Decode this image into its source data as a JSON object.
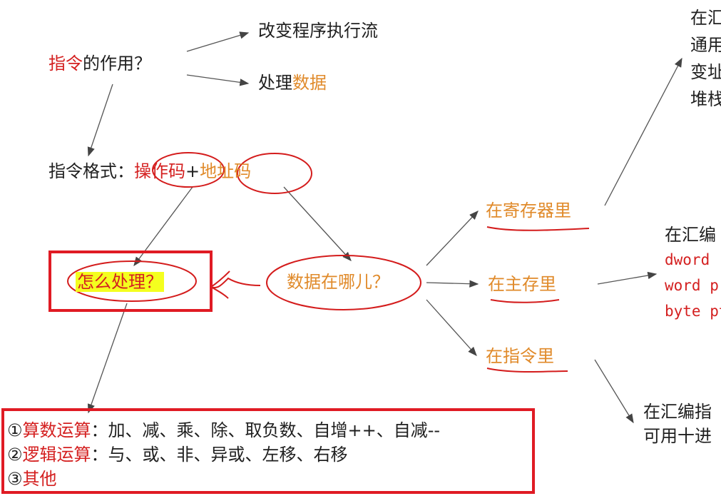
{
  "nodes": {
    "role_q": {
      "part1": "指令",
      "part2": "的作用？"
    },
    "change_flow": "改变程序执行流",
    "process_data": {
      "part1": "处理",
      "part2": "数据"
    },
    "format": {
      "prefix": "指令格式：",
      "opcode": "操作码",
      "plus": "+",
      "address": "地址码"
    },
    "how_process": "怎么处理？",
    "where_data": "数据在哪儿？",
    "in_register": "在寄存器里",
    "in_main_mem": "在主存里",
    "in_instruction": "在指令里",
    "right_top": [
      "在汇",
      "通用",
      "变址",
      "堆栈"
    ],
    "right_mid": {
      "head": "在汇编",
      "lines": [
        "dword",
        "word p",
        "byte pt"
      ]
    },
    "right_bottom": [
      "在汇编指",
      "可用十进"
    ]
  },
  "ops_list": [
    {
      "num": "①",
      "name": "算数运算",
      "items": "：加、减、乘、除、取负数、自增++、自减--"
    },
    {
      "num": "②",
      "name": "逻辑运算",
      "items": "：与、或、非、异或、左移、右移"
    },
    {
      "num": "③",
      "name": "其他",
      "items": ""
    }
  ],
  "colors": {
    "red": "#d42020",
    "orange": "#e08a2a",
    "highlight": "#f4ff1f",
    "box": "#e01b24",
    "line": "#555555"
  }
}
